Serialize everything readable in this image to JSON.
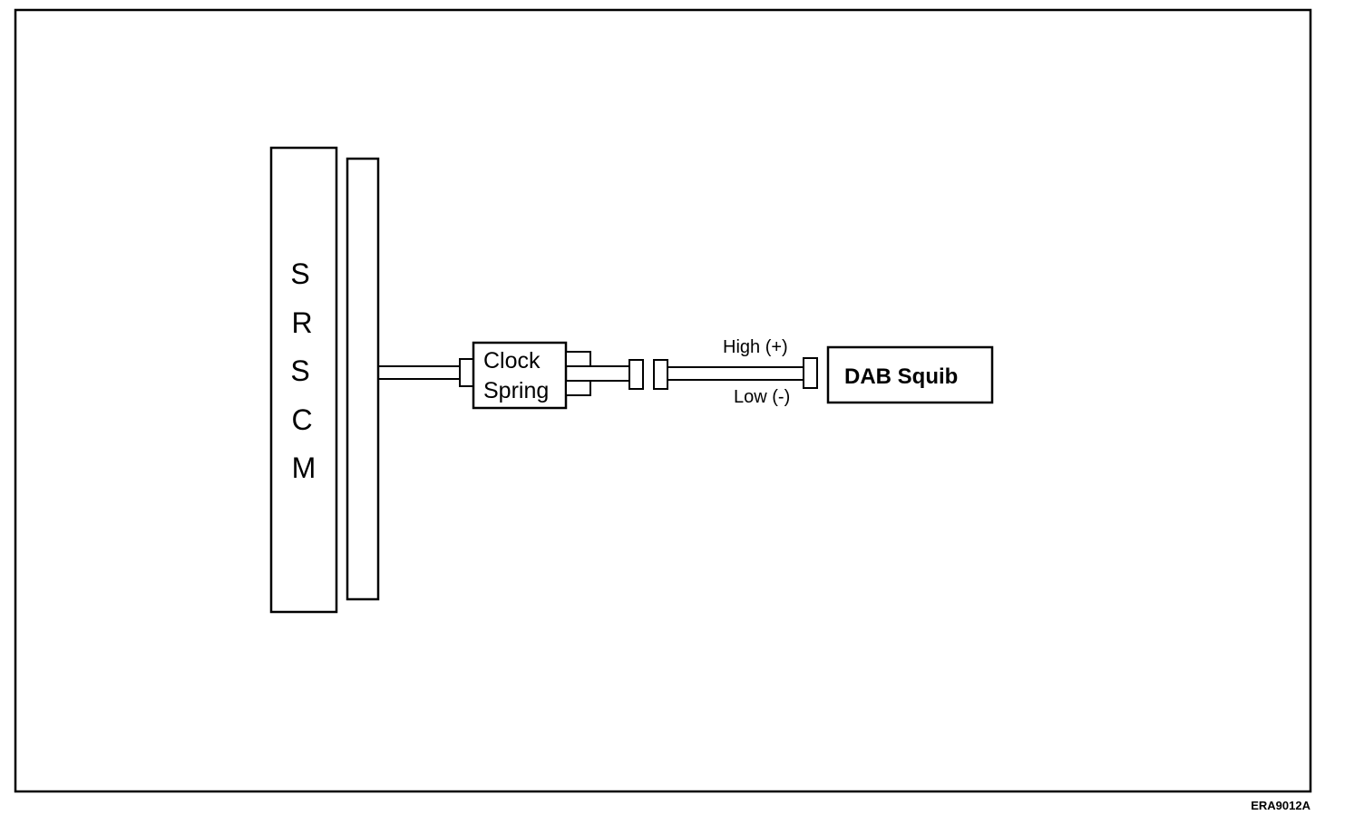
{
  "srscm": {
    "letters": [
      "S",
      "R",
      "S",
      "C",
      "M"
    ]
  },
  "clock_spring": {
    "line1": "Clock",
    "line2": "Spring"
  },
  "wires": {
    "high_label": "High (+)",
    "low_label": "Low (-)"
  },
  "squib": {
    "label": "DAB Squib"
  },
  "figure_ref": "ERA9012A"
}
